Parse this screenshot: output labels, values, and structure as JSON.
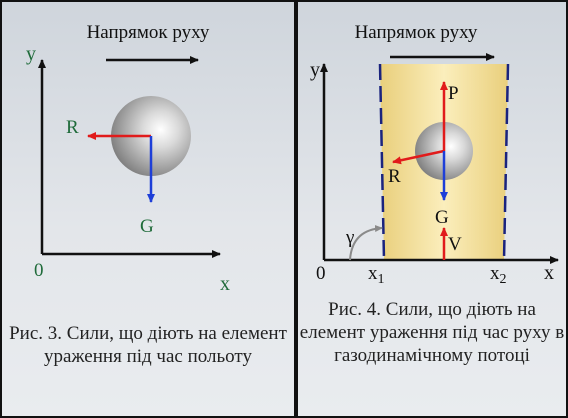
{
  "left_figure": {
    "motion_direction_label": "Напрямок руху",
    "axis_y": "y",
    "axis_x": "x",
    "origin": "0",
    "force_r": "R",
    "force_g": "G",
    "caption": "Рис. 3. Сили, що діють на елемент ураження під час польоту"
  },
  "right_figure": {
    "motion_direction_label": "Напрямок руху",
    "axis_y": "y",
    "axis_x": "x",
    "origin": "0",
    "force_p": "P",
    "force_r": "R",
    "force_g": "G",
    "force_v": "V",
    "angle": "γ",
    "x1_base": "x",
    "x1_sub": "1",
    "x2_base": "x",
    "x2_sub": "2",
    "caption": "Рис. 4. Сили, що діють на елемент ураження під час руху в газодинамічному потоці"
  },
  "colors": {
    "axis": "#111111",
    "force_red": "#e11b1b",
    "force_blue": "#1e3fd8",
    "label_green": "#1f6b3a",
    "stream_fill": "#f3dfa0",
    "stream_border": "#1a237e"
  }
}
